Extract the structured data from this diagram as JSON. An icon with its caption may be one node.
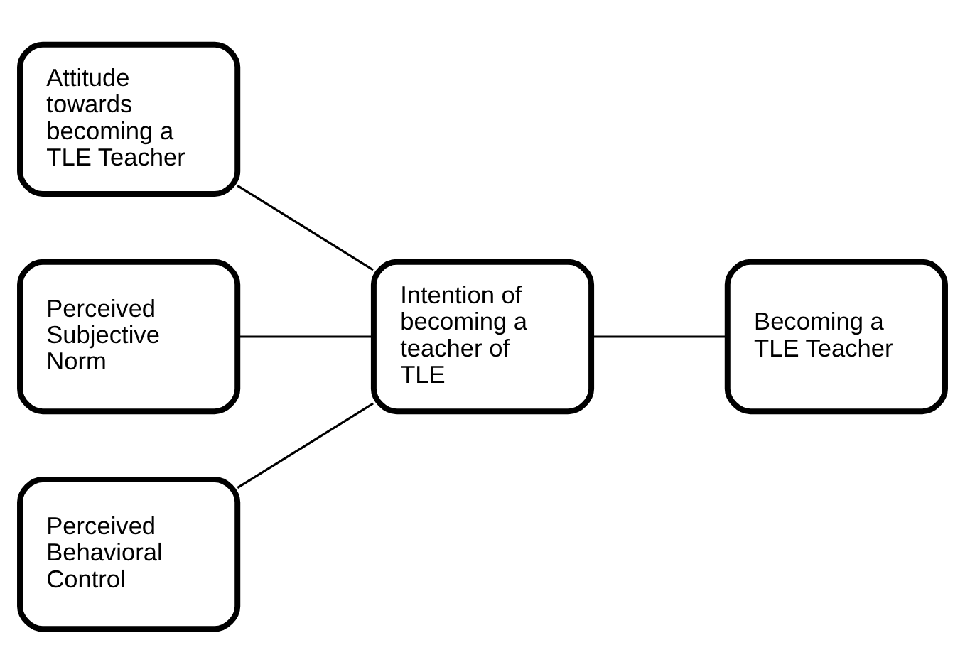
{
  "diagram": {
    "nodes": [
      {
        "text": [
          "Attitude towards becoming a TLE Teacher"
        ]
      },
      {
        "text": [
          "Perceived Subjective Norm"
        ]
      },
      {
        "text": [
          "Perceived Behavioral Control"
        ]
      },
      {
        "text": [
          "Intention of becoming a teacher of TLE"
        ]
      },
      {
        "text": [
          "Becoming a TLE Teacher"
        ]
      }
    ],
    "edges": [
      {
        "from": 0,
        "to": 3,
        "arrow": "none"
      },
      {
        "from": 1,
        "to": 3,
        "arrow": "none"
      },
      {
        "from": 2,
        "to": 3,
        "arrow": "none"
      },
      {
        "from": 3,
        "to": 4,
        "arrow": "none"
      }
    ]
  }
}
